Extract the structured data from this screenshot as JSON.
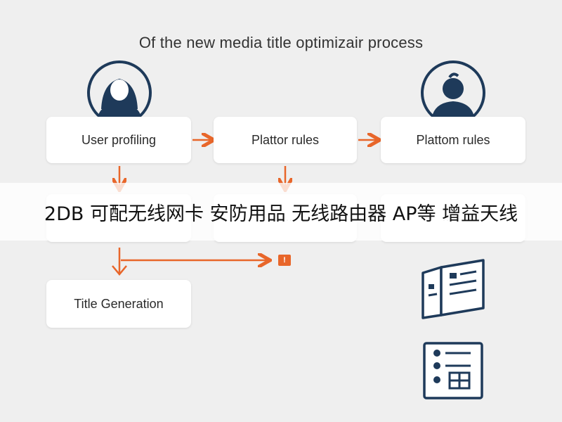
{
  "title": "Of the new media title optimizair process",
  "boxes": {
    "user_profiling": "User profiling",
    "plattor_rules": "Plattor rules",
    "plattom_rules": "Plattom rules",
    "title_generation": "Title Generation",
    "row2_left_partial": "……",
    "row2_mid_partial": "……",
    "row2_right_partial": "……"
  },
  "badge": "!",
  "watermark": "2DB 可配无线网卡 安防用品 无线路由器 AP等 增益天线",
  "colors": {
    "accent": "#e8662a",
    "icon_navy": "#1e3a5a",
    "background": "#efefef",
    "card": "#ffffff"
  },
  "icons": [
    "user-female-icon",
    "user-male-icon",
    "document-pages-icon",
    "checklist-form-icon"
  ]
}
